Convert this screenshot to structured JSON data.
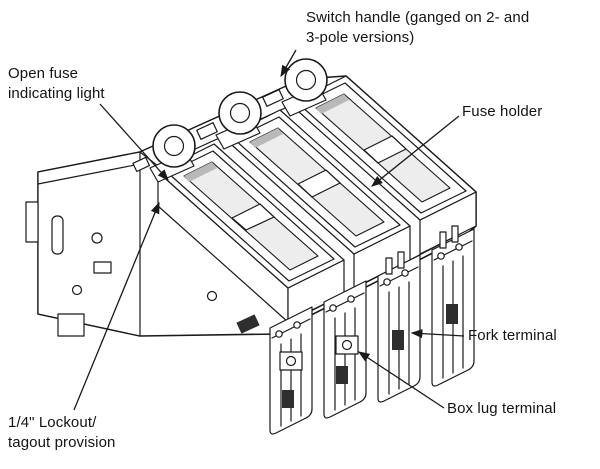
{
  "labels": {
    "switch_handle": "Switch handle (ganged on 2- and\n3-pole versions)",
    "open_fuse": "Open fuse\nindicating light",
    "fuse_holder": "Fuse holder",
    "fork_terminal": "Fork terminal",
    "box_lug": "Box lug terminal",
    "lockout": "1/4\" Lockout/\ntagout provision"
  },
  "colors": {
    "line": "#1a1a1a",
    "background": "#ffffff"
  }
}
